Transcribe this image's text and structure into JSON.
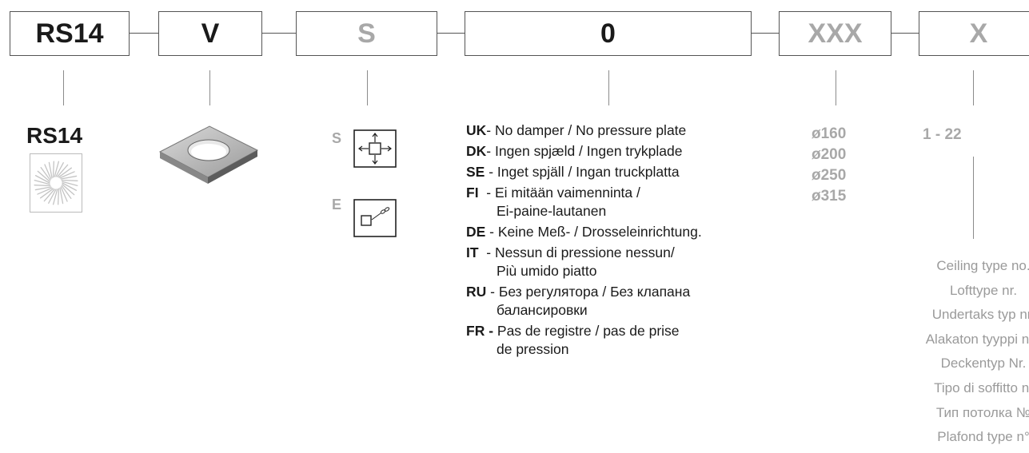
{
  "codes": {
    "rs14": "RS14",
    "v": "V",
    "s": "S",
    "zero": "0",
    "xxx": "XXX",
    "x": "X"
  },
  "model": {
    "title": "RS14"
  },
  "variants": {
    "s_label": "S",
    "e_label": "E",
    "s_icon": "directional-arrows-icon",
    "e_icon": "square-with-chain-icon"
  },
  "damper": {
    "entries": [
      {
        "code": "UK",
        "sep": "- ",
        "lines": [
          "No damper / No pressure plate"
        ]
      },
      {
        "code": "DK",
        "sep": "- ",
        "lines": [
          "Ingen spjæld / Ingen trykplade"
        ]
      },
      {
        "code": "SE",
        "sep": " - ",
        "lines": [
          "Inget spjäll / Ingan truckplatta"
        ]
      },
      {
        "code": "FI",
        "sep": "  - ",
        "lines": [
          "Ei mitään vaimenninta /",
          "Ei-paine-lautanen"
        ]
      },
      {
        "code": "DE",
        "sep": " - ",
        "lines": [
          "Keine Meß- / Drosseleinrichtung."
        ]
      },
      {
        "code": "IT",
        "sep": "  - ",
        "lines": [
          "Nessun di pressione nessun/",
          "Più umido piatto"
        ]
      },
      {
        "code": "RU",
        "sep": " - ",
        "lines": [
          "Без регулятора / Без клапана",
          "балансировки"
        ]
      },
      {
        "code": "FR -",
        "sep": " ",
        "lines": [
          "Pas de registre / pas de prise",
          "de pression"
        ]
      }
    ]
  },
  "sizes": [
    "ø160",
    "ø200",
    "ø250",
    "ø315"
  ],
  "ceiling": {
    "range": "1 - 22",
    "labels": [
      "Ceiling type no.",
      "Lofttype nr.",
      "Undertaks typ nr.",
      "Alakaton tyyppi nro",
      "Deckentyp Nr.",
      "Tipo di soffitto n.",
      "Тип потолка №",
      "Plafond type n°"
    ]
  },
  "colors": {
    "dark_text": "#1a1a1a",
    "grey_text": "#a8a8a8",
    "line": "#8c8c8c"
  }
}
